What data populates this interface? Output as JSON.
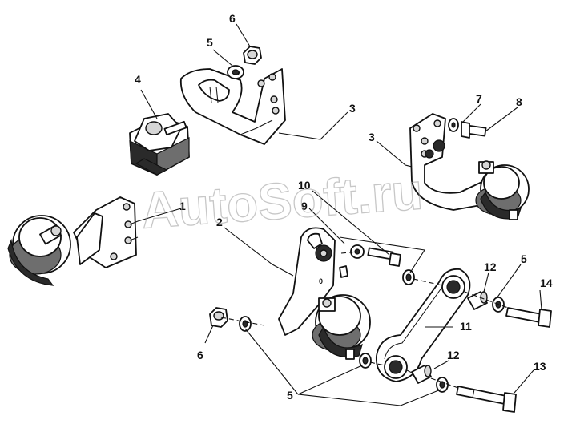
{
  "diagram": {
    "callouts": {
      "c1": "1",
      "c2": "2",
      "c3a": "3",
      "c3b": "3",
      "c4": "4",
      "c5a": "5",
      "c5b": "5",
      "c5c": "5",
      "c6a": "6",
      "c6b": "6",
      "c7": "7",
      "c8": "8",
      "c9": "9",
      "c10": "10",
      "c11": "11",
      "c12a": "12",
      "c12b": "12",
      "c13": "13",
      "c14": "14"
    },
    "watermark": "AutoSoft.ru"
  }
}
